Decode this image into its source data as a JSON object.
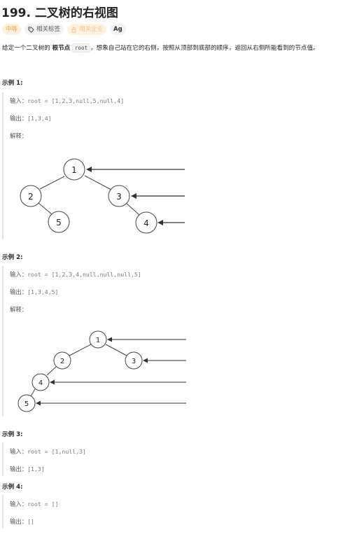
{
  "title": "199. 二叉树的右视图",
  "tags": {
    "difficulty": "中等",
    "related_tags": "相关标签",
    "related_company": "相关企业",
    "font_toggle": "Ag"
  },
  "description": {
    "part1": "给定一个二叉树的 ",
    "bold": "根节点",
    "code": "root",
    "part2": "，想象自己站在它的右侧，按照从顶部到底部的顺序，返回从右侧所能看到的节点值。"
  },
  "labels": {
    "input": "输入：",
    "output": "输出：",
    "explanation": "解释："
  },
  "examples": [
    {
      "title": "示例 1:",
      "input": "root = [1,2,3,null,5,null,4]",
      "output": "[1,3,4]",
      "tree_nodes": [
        "1",
        "2",
        "3",
        "5",
        "4"
      ]
    },
    {
      "title": "示例 2:",
      "input": "root = [1,2,3,4,null,null,null,5]",
      "output": "[1,3,4,5]",
      "tree_nodes": [
        "1",
        "2",
        "3",
        "4",
        "5"
      ]
    },
    {
      "title": "示例 3:",
      "input": "root = [1,null,3]",
      "output": "[1,3]"
    },
    {
      "title": "示例 4:",
      "input": "root = []",
      "output": "[]"
    }
  ]
}
